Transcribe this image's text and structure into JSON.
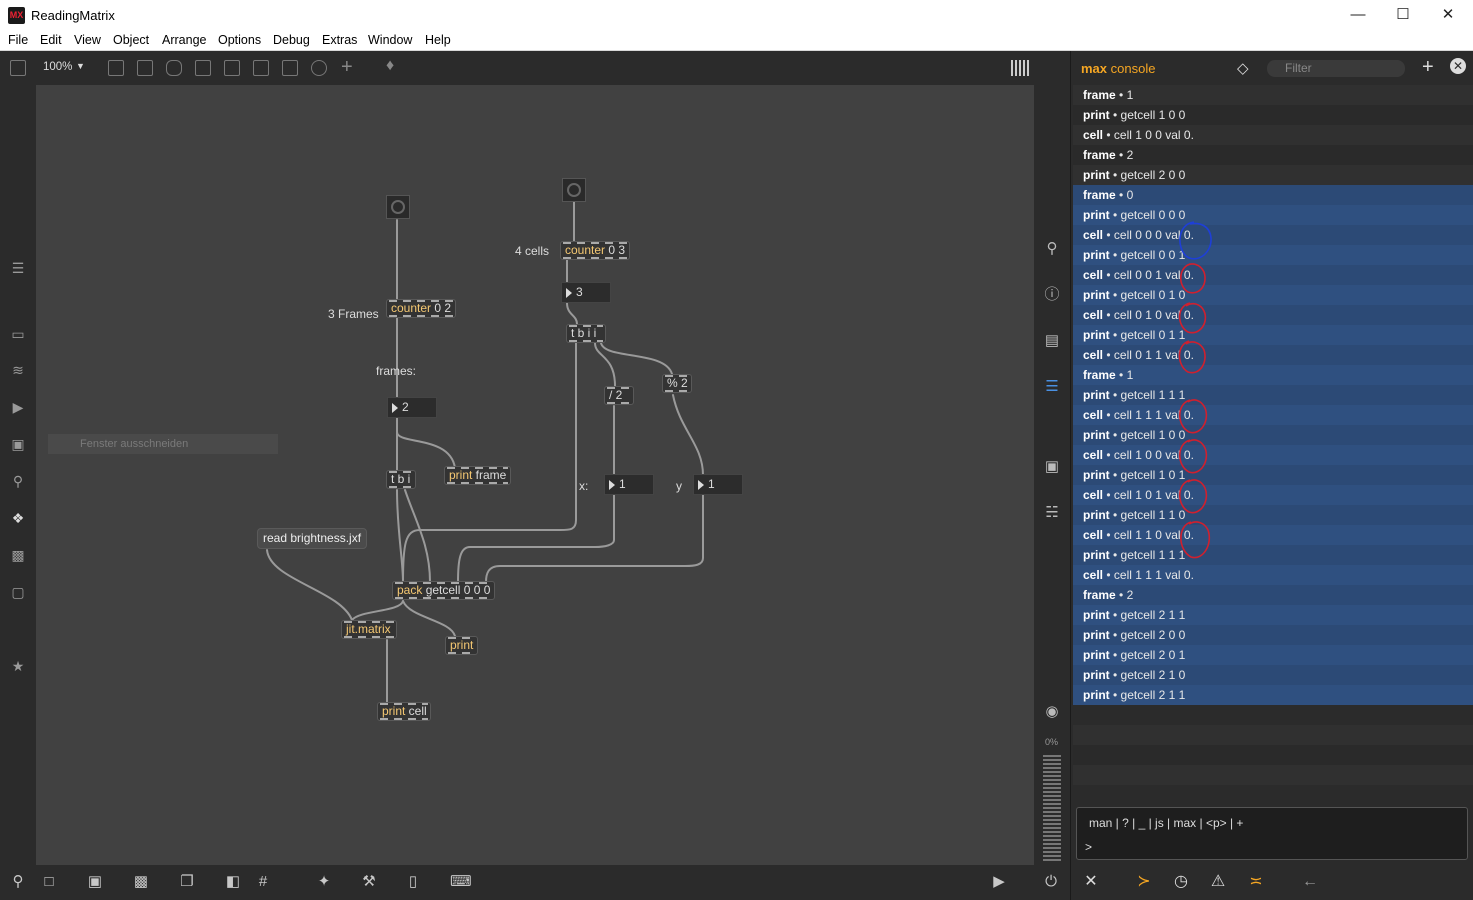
{
  "window": {
    "title": "ReadingMatrix",
    "logo": "MX"
  },
  "menu": [
    "File",
    "Edit",
    "View",
    "Object",
    "Arrange",
    "Options",
    "Debug",
    "Extras",
    "Window",
    "Help"
  ],
  "toolbar": {
    "zoom": "100%"
  },
  "patch": {
    "ghost_text": "Fenster ausschneiden",
    "comments": {
      "frames_label": "3 Frames",
      "frames_colon": "frames:",
      "cells_label": "4 cells",
      "x_label": "x:",
      "y_label": "y"
    },
    "objects": {
      "counter_frames": {
        "kw": "counter",
        "args": " 0 2"
      },
      "counter_cells": {
        "kw": "counter",
        "args": " 0 3"
      },
      "tbi": {
        "kw": "t b i",
        "args": ""
      },
      "tbii": {
        "kw": "t b i i",
        "args": ""
      },
      "div2": {
        "kw": "/ 2",
        "args": ""
      },
      "mod2": {
        "kw": "% 2",
        "args": ""
      },
      "print_frame": {
        "kw": "print",
        "args": " frame"
      },
      "pack": {
        "kw": "pack",
        "args": " getcell 0 0 0"
      },
      "jit_matrix": {
        "kw": "jit.matrix",
        "args": ""
      },
      "print_plain": {
        "kw": "print",
        "args": ""
      },
      "print_cell": {
        "kw": "print",
        "args": " cell"
      }
    },
    "numbers": {
      "cells": "3",
      "frames": "2",
      "x": "1",
      "y": "1"
    },
    "message": "read brightness.jxf"
  },
  "console": {
    "title_max": "max",
    "title_console": "console",
    "filter_placeholder": "Filter",
    "rows": [
      {
        "src": "frame",
        "msg": "1",
        "sel": false
      },
      {
        "src": "print",
        "msg": "getcell 1 0 0",
        "sel": false
      },
      {
        "src": "cell",
        "msg": "cell 1 0 0 val 0.",
        "sel": false
      },
      {
        "src": "frame",
        "msg": "2",
        "sel": false
      },
      {
        "src": "print",
        "msg": "getcell 2 0 0",
        "sel": false
      },
      {
        "src": "frame",
        "msg": "0",
        "sel": true
      },
      {
        "src": "print",
        "msg": "getcell 0 0 0",
        "sel": true
      },
      {
        "src": "cell",
        "msg": "cell 0 0 0 val 0.",
        "sel": true
      },
      {
        "src": "print",
        "msg": "getcell 0 0 1",
        "sel": true
      },
      {
        "src": "cell",
        "msg": "cell 0 0 1 val 0.",
        "sel": true
      },
      {
        "src": "print",
        "msg": "getcell 0 1 0",
        "sel": true
      },
      {
        "src": "cell",
        "msg": "cell 0 1 0 val 0.",
        "sel": true
      },
      {
        "src": "print",
        "msg": "getcell 0 1 1",
        "sel": true
      },
      {
        "src": "cell",
        "msg": "cell 0 1 1 val 0.",
        "sel": true
      },
      {
        "src": "frame",
        "msg": "1",
        "sel": true
      },
      {
        "src": "print",
        "msg": "getcell 1 1 1",
        "sel": true
      },
      {
        "src": "cell",
        "msg": "cell 1 1 1 val 0.",
        "sel": true
      },
      {
        "src": "print",
        "msg": "getcell 1 0 0",
        "sel": true
      },
      {
        "src": "cell",
        "msg": "cell 1 0 0 val 0.",
        "sel": true
      },
      {
        "src": "print",
        "msg": "getcell 1 0 1",
        "sel": true
      },
      {
        "src": "cell",
        "msg": "cell 1 0 1 val 0.",
        "sel": true
      },
      {
        "src": "print",
        "msg": "getcell 1 1 0",
        "sel": true
      },
      {
        "src": "cell",
        "msg": "cell 1 1 0 val 0.",
        "sel": true
      },
      {
        "src": "print",
        "msg": "getcell 1 1 1",
        "sel": true
      },
      {
        "src": "cell",
        "msg": "cell 1 1 1 val 0.",
        "sel": true
      },
      {
        "src": "frame",
        "msg": "2",
        "sel": true
      },
      {
        "src": "print",
        "msg": "getcell 2 1 1",
        "sel": true
      },
      {
        "src": "print",
        "msg": "getcell 2 0 0",
        "sel": true
      },
      {
        "src": "print",
        "msg": "getcell 2 0 1",
        "sel": true
      },
      {
        "src": "print",
        "msg": "getcell 2 1 0",
        "sel": true
      },
      {
        "src": "print",
        "msg": "getcell 2 1 1",
        "sel": true
      }
    ],
    "cmd_links": "man  |  ?  |  _  |  js  |  max  |  <p>  |  +",
    "prompt": ">",
    "meter_label": "0%",
    "colors": {
      "accent": "#f5a623",
      "selection": "#2f5080",
      "annot_red": "#d0202e",
      "annot_blue": "#1e3fd8"
    }
  }
}
